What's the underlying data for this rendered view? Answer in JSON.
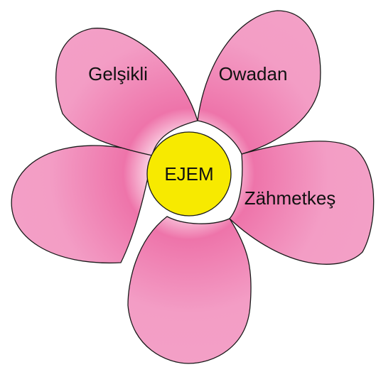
{
  "flower": {
    "center": {
      "label": "EJEM",
      "color": "#f7ea00"
    },
    "petal_color": "#ee74aa",
    "petal_edge_color": "#f3a0c6",
    "glow_color": "#ffffff",
    "petals": [
      {
        "id": "top-left",
        "label": "Gelşikli"
      },
      {
        "id": "top-right",
        "label": "Owadan"
      },
      {
        "id": "right",
        "label": "Zähmetkeş"
      },
      {
        "id": "bottom",
        "label": ""
      },
      {
        "id": "left",
        "label": ""
      }
    ]
  }
}
